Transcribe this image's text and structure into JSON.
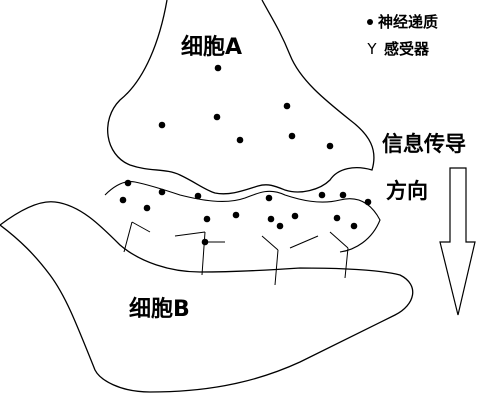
{
  "labels": {
    "cell_a": "细胞A",
    "cell_b": "细胞B",
    "direction_line1": "信息传导",
    "direction_line2": "方向"
  },
  "legend": {
    "neurotransmitter": {
      "symbol": "•",
      "text": "神经递质",
      "icon": "dot-icon"
    },
    "receptor": {
      "symbol": "Y",
      "text": "感受器",
      "icon": "receptor-y-icon"
    }
  },
  "colors": {
    "stroke": "#000000",
    "background": "#ffffff"
  }
}
